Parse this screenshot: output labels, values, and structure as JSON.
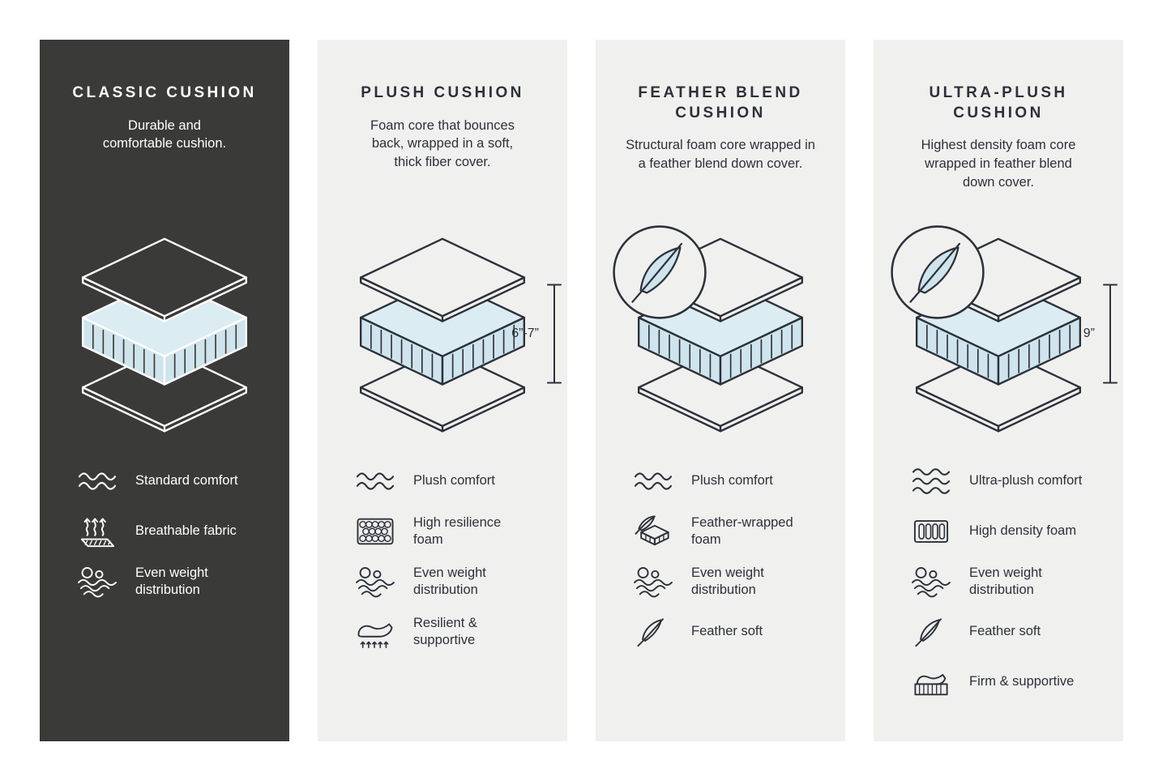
{
  "colors": {
    "page_bg": "#ffffff",
    "dark_panel": "#3a3a38",
    "light_panel": "#f0f0ee",
    "ink": "#2c313a",
    "ink_on_dark": "#ffffff",
    "foam": "#cfe4ec",
    "foam_top": "#dcecf3"
  },
  "panels": [
    {
      "id": "classic-cushion",
      "theme": "dark",
      "title": "CLASSIC CUSHION",
      "description": "Durable and\ncomfortable cushion.",
      "illustration": {
        "feather_badge": false,
        "measurement": null
      },
      "features": [
        {
          "icon": "waves-2-icon",
          "label": "Standard comfort"
        },
        {
          "icon": "breathable-fabric-icon",
          "label": "Breathable fabric"
        },
        {
          "icon": "even-weight-icon",
          "label": "Even weight\ndistribution"
        }
      ]
    },
    {
      "id": "plush-cushion",
      "theme": "light",
      "title": "PLUSH CUSHION",
      "description": "Foam core that bounces\nback, wrapped in a soft,\nthick fiber cover.",
      "illustration": {
        "feather_badge": false,
        "measurement": "6”-7”"
      },
      "features": [
        {
          "icon": "waves-2-icon",
          "label": "Plush comfort"
        },
        {
          "icon": "resilience-foam-icon",
          "label": "High resilience\nfoam"
        },
        {
          "icon": "even-weight-icon",
          "label": "Even weight\ndistribution"
        },
        {
          "icon": "resilient-supportive-icon",
          "label": "Resilient &\nsupportive"
        }
      ]
    },
    {
      "id": "feather-blend-cushion",
      "theme": "light",
      "title": "FEATHER BLEND\nCUSHION",
      "description": "Structural foam core wrapped in\na feather blend down cover.",
      "illustration": {
        "feather_badge": true,
        "measurement": null
      },
      "features": [
        {
          "icon": "waves-2-icon",
          "label": "Plush comfort"
        },
        {
          "icon": "feather-wrapped-foam-icon",
          "label": "Feather-wrapped\nfoam"
        },
        {
          "icon": "even-weight-icon",
          "label": "Even weight\ndistribution"
        },
        {
          "icon": "feather-icon",
          "label": "Feather soft"
        }
      ]
    },
    {
      "id": "ultra-plush-cushion",
      "theme": "light",
      "title": "ULTRA-PLUSH\nCUSHION",
      "description": "Highest density foam core\nwrapped in feather blend\ndown cover.",
      "illustration": {
        "feather_badge": true,
        "measurement": "9”"
      },
      "features": [
        {
          "icon": "waves-3-icon",
          "label": "Ultra-plush comfort"
        },
        {
          "icon": "high-density-foam-icon",
          "label": "High density foam"
        },
        {
          "icon": "even-weight-icon",
          "label": "Even weight\ndistribution"
        },
        {
          "icon": "feather-icon",
          "label": "Feather soft"
        },
        {
          "icon": "firm-supportive-icon",
          "label": "Firm & supportive"
        }
      ]
    }
  ]
}
